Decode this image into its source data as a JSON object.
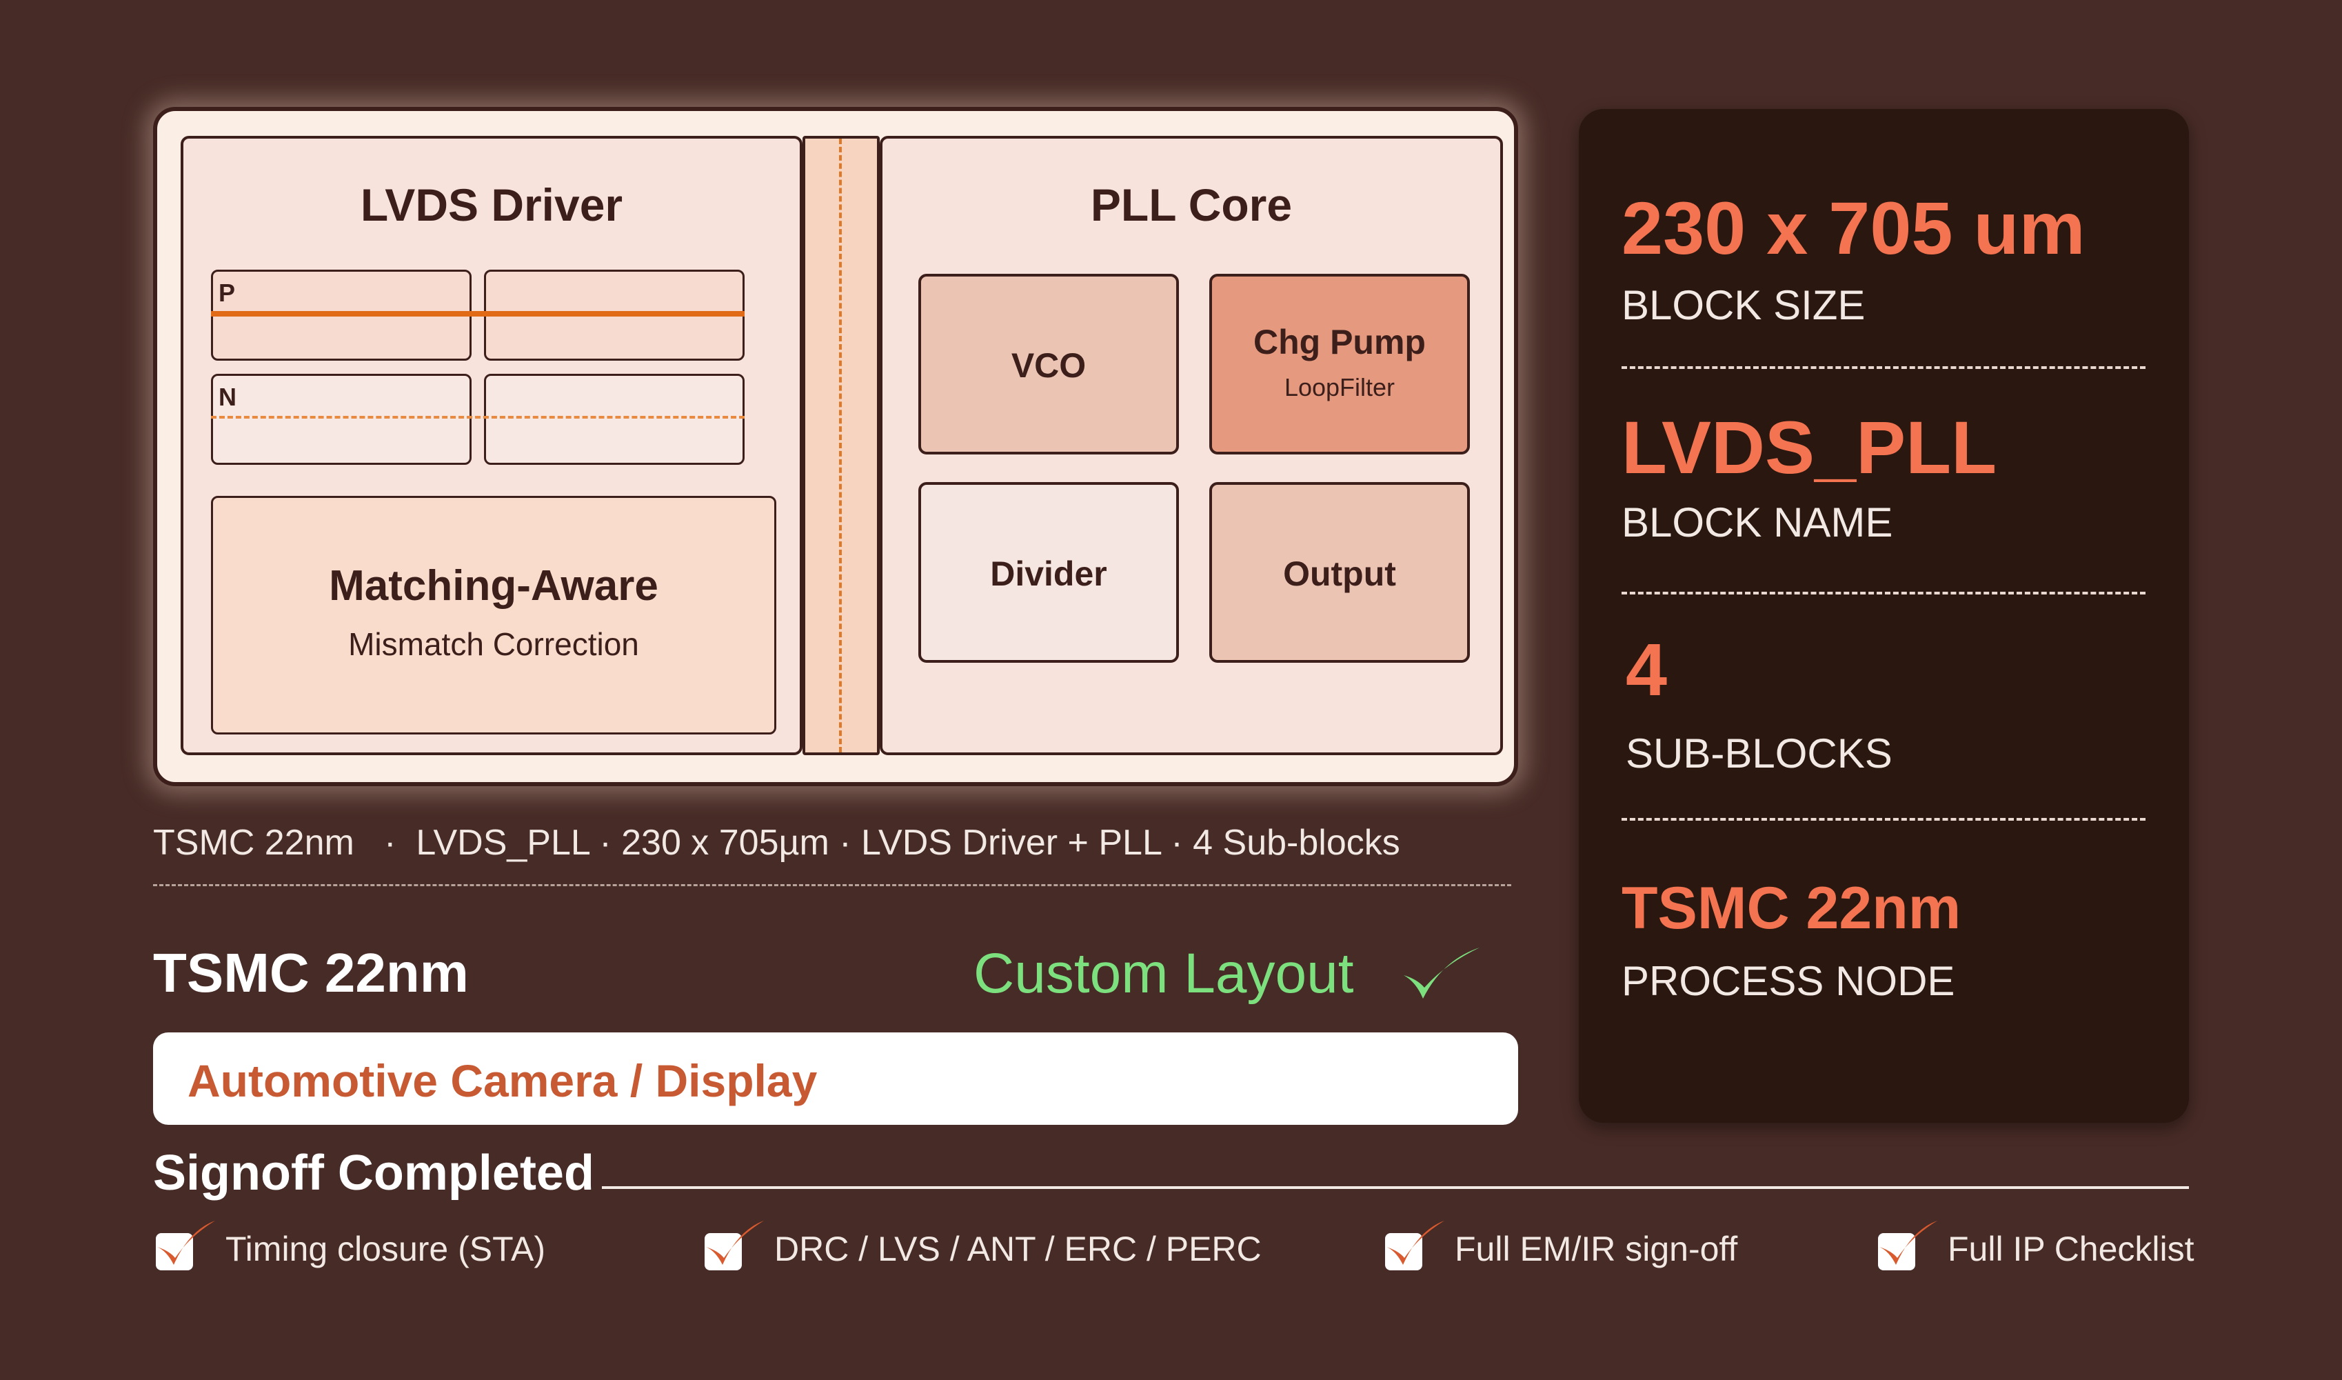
{
  "layout": {
    "lvds_driver": {
      "title": "LVDS Driver",
      "p_label": "P",
      "n_label": "N",
      "matching_title": "Matching-Aware",
      "matching_sub": "Mismatch Correction"
    },
    "pll_core": {
      "title": "PLL Core",
      "vco": "VCO",
      "chg_pump": "Chg Pump",
      "loop_filter": "LoopFilter",
      "divider": "Divider",
      "output": "Output"
    }
  },
  "caption": "TSMC 22nm   ·  LVDS_PLL · 230 x 705µm · LVDS Driver + PLL · 4 Sub-blocks",
  "process_heading": "TSMC 22nm",
  "custom_layout_label": "Custom Layout",
  "application_label": "Automotive Camera / Display",
  "signoff_heading": "Signoff Completed",
  "checklist": [
    "Timing closure (STA)",
    "DRC / LVS / ANT / ERC / PERC",
    "Full EM/IR sign-off",
    "Full IP Checklist"
  ],
  "stats": [
    {
      "value": "230 x 705 um",
      "label": "BLOCK SIZE"
    },
    {
      "value": "LVDS_PLL",
      "label": "BLOCK NAME"
    },
    {
      "value": "4",
      "label": "SUB-BLOCKS"
    },
    {
      "value": "TSMC 22nm",
      "label": "PROCESS NODE"
    }
  ],
  "colors": {
    "background": "#472b26",
    "accent": "#f47451",
    "application_text": "#c85a33",
    "custom_layout_green": "#7de07f",
    "panel_dark": "#2a170f",
    "check_mark": "#d95a2e"
  },
  "icons": [
    "check-icon",
    "checkbox-check-icon"
  ]
}
